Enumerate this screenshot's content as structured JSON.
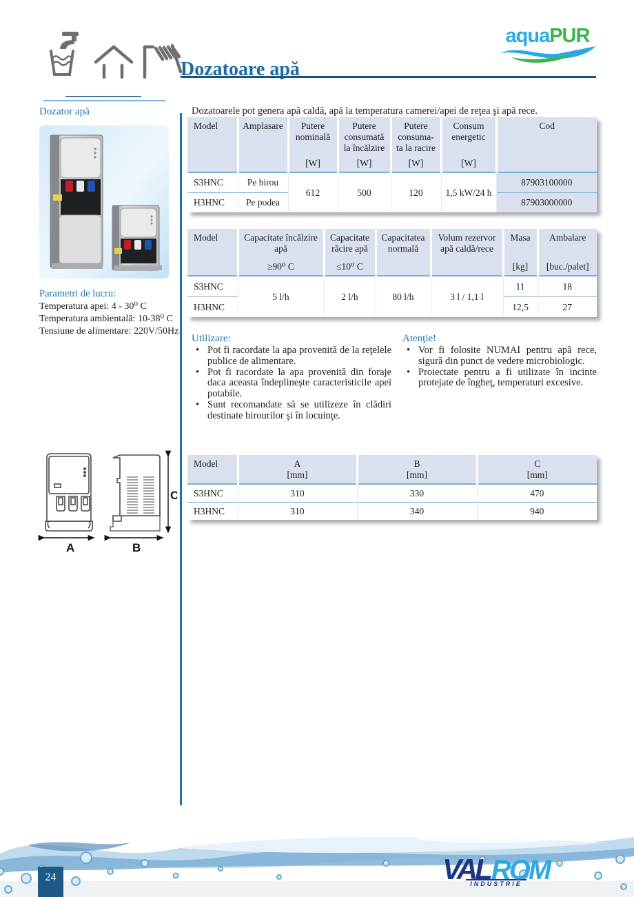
{
  "header": {
    "title": "Dozatoare apă",
    "brand": {
      "aqua": "aqua",
      "pur": "PUR"
    },
    "sidebar_label": "Dozator apă",
    "icons": [
      "water-glass-tap-icon",
      "house-icon",
      "industrial-roof-icon"
    ]
  },
  "intro": "Dozatoarele pot genera apă caldă, apă la temperatura camerei/apei de reţea şi apă rece.",
  "table1": {
    "headers": [
      {
        "name": "Model",
        "unit": ""
      },
      {
        "name": "Amplasare",
        "unit": ""
      },
      {
        "name": "Putere nominală",
        "unit": "[W]"
      },
      {
        "name": "Putere consumată la încălzire",
        "unit": "[W]"
      },
      {
        "name": "Putere consuma-ta la racire",
        "unit": "[W]"
      },
      {
        "name": "Consum energetic",
        "unit": "[W]"
      },
      {
        "name": "Cod",
        "unit": ""
      }
    ],
    "merged": {
      "putere_nominala": "612",
      "putere_incalzire": "500",
      "putere_racire": "120",
      "consum": "1,5 kW/24 h"
    },
    "rows": [
      {
        "model": "S3HNC",
        "amplasare": "Pe birou",
        "cod": "87903100000"
      },
      {
        "model": "H3HNC",
        "amplasare": "Pe podea",
        "cod": "87903000000"
      }
    ]
  },
  "table2": {
    "headers": [
      {
        "name": "Model",
        "unit": ""
      },
      {
        "name": "Capacitate încălzire apă",
        "unit": "≥90⁰ C"
      },
      {
        "name": "Capacitate răcire apă",
        "unit": "≤10⁰ C"
      },
      {
        "name": "Capacitatea normală",
        "unit": ""
      },
      {
        "name": "Volum rezervor apă caldă/rece",
        "unit": ""
      },
      {
        "name": "Masa",
        "unit": "[kg]"
      },
      {
        "name": "Ambalare",
        "unit": "[buc./palet]"
      }
    ],
    "merged": {
      "incalzire": "5 l/h",
      "racire": "2 l/h",
      "normala": "80 l/h",
      "volum": "3 l / 1,1 l"
    },
    "rows": [
      {
        "model": "S3HNC",
        "masa": "11",
        "ambalare": "18"
      },
      {
        "model": "H3HNC",
        "masa": "12,5",
        "ambalare": "27"
      }
    ]
  },
  "table3": {
    "headers": [
      {
        "name": "Model",
        "unit": ""
      },
      {
        "name": "A",
        "unit": "[mm]"
      },
      {
        "name": "B",
        "unit": "[mm]"
      },
      {
        "name": "C",
        "unit": "[mm]"
      }
    ],
    "rows": [
      {
        "model": "S3HNC",
        "a": "310",
        "b": "330",
        "c": "470"
      },
      {
        "model": "H3HNC",
        "a": "310",
        "b": "340",
        "c": "940"
      }
    ]
  },
  "sidebar": {
    "params_title": "Parametri de lucru:",
    "params": [
      "Temperatura apei: 4 - 30⁰ C",
      "Temperatura ambientală: 10-38⁰ C",
      "Tensiune de alimentare: 220V/50Hz"
    ],
    "drawing_labels": {
      "a": "A",
      "b": "B",
      "c": "C"
    }
  },
  "utilizare": {
    "title": "Utilizare:",
    "bullets": [
      "Pot fi racordate la apa provenită de la reţelele publice de alimentare.",
      "Pot fi racordate la apa provenită din foraje daca aceasta îndeplineşte caracteristicile apei potabile.",
      "Sunt recomandate să se utilizeze în clădiri destinate birourilor şi în locuinţe."
    ]
  },
  "atentie": {
    "title": "Atenţie!",
    "bullets": [
      "Vor fi folosite NUMAI pentru apă rece, sigură din punct de vedere microbiologic.",
      "Proiectate pentru a fi utilizate în incinte protejate de îngheţ, temperaturi excesive."
    ]
  },
  "footer": {
    "page_number": "24",
    "valrom": {
      "val": "VAL",
      "rom": "ROM",
      "sub": "INDUSTRIE"
    }
  },
  "colors": {
    "accent_blue": "#1d6ba6",
    "rule_blue": "#14547f",
    "table_header_bg": "#dbe0ee",
    "table_row_line": "#79afd3",
    "aqua_blue": "#29abe2",
    "pur_green": "#39b54a",
    "valrom_dark": "#1d3589",
    "valrom_light": "#2fa9e2",
    "icon_gray": "#6f6f6f"
  }
}
